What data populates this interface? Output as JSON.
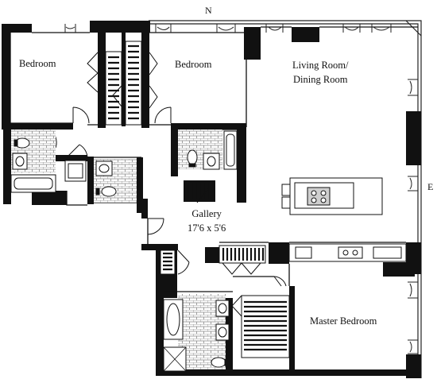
{
  "compass": {
    "north": "N",
    "east": "E"
  },
  "rooms": {
    "bedroom_left": "Bedroom",
    "bedroom_center": "Bedroom",
    "living_line1": "Living Room/",
    "living_line2": "Dining Room",
    "gallery_name": "Gallery",
    "gallery_dims": "17'6 x 5'6",
    "master_bedroom": "Master Bedroom"
  }
}
